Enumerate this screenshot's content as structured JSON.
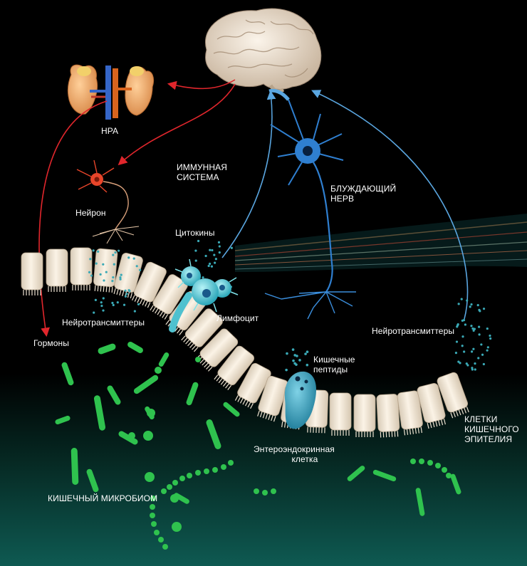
{
  "labels": {
    "hpa": "HPA",
    "neuron": "Нейрон",
    "immune_line1": "ИММУННАЯ",
    "immune_line2": "СИСТЕМА",
    "vagus_line1": "БЛУЖДАЮЩИЙ",
    "vagus_line2": "НЕРВ",
    "cytokines": "Цитокины",
    "lymphocyte": "Лимфоцит",
    "neurotransmitters_left": "Нейротрансмиттеры",
    "hormones": "Гормоны",
    "neurotransmitters_right": "Нейротрансмиттеры",
    "gut_peptides_line1": "Кишечные",
    "gut_peptides_line2": "пептиды",
    "epithelium_line1": "КЛЕТКИ",
    "epithelium_line2": "КИШЕЧНОГО",
    "epithelium_line3": "ЭПИТЕЛИЯ",
    "enteroendocrine_line1": "Энтероэндокринная",
    "enteroendocrine_line2": "клетка",
    "microbiome": "КИШЕЧНЫЙ МИКРОБИОМ"
  },
  "colors": {
    "hpa_arrow": "#e0262c",
    "nerve_arrow": "#5aa6e0",
    "vagus_neuron": "#2f7fd0",
    "neuron": "#e8452a",
    "lymphocyte": "#5fd6e0",
    "bacteria": "#2fc24e",
    "epithelium": "#f1e6d4",
    "enteroendocrine": "#3fa9c4",
    "brain": "#ece0d0"
  }
}
